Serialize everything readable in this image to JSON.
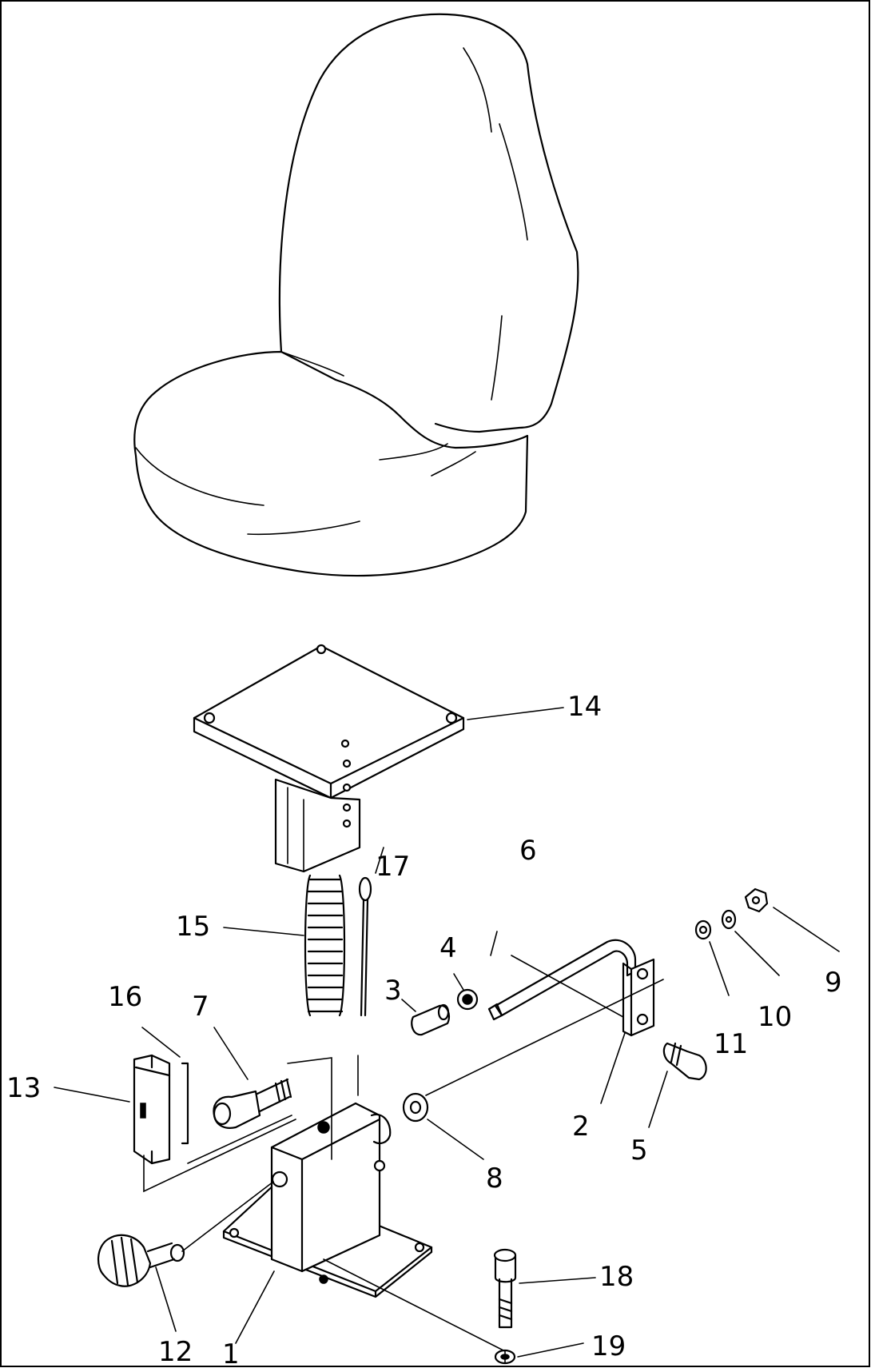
{
  "diagram": {
    "type": "exploded-parts-view",
    "labels": {
      "p1": "1",
      "p2": "2",
      "p3": "3",
      "p4": "4",
      "p5": "5",
      "p6": "6",
      "p7": "7",
      "p8": "8",
      "p9": "9",
      "p10": "10",
      "p11": "11",
      "p12": "12",
      "p13": "13",
      "p14": "14",
      "p15": "15",
      "p16": "16",
      "p17": "17",
      "p18": "18",
      "p19": "19"
    }
  }
}
